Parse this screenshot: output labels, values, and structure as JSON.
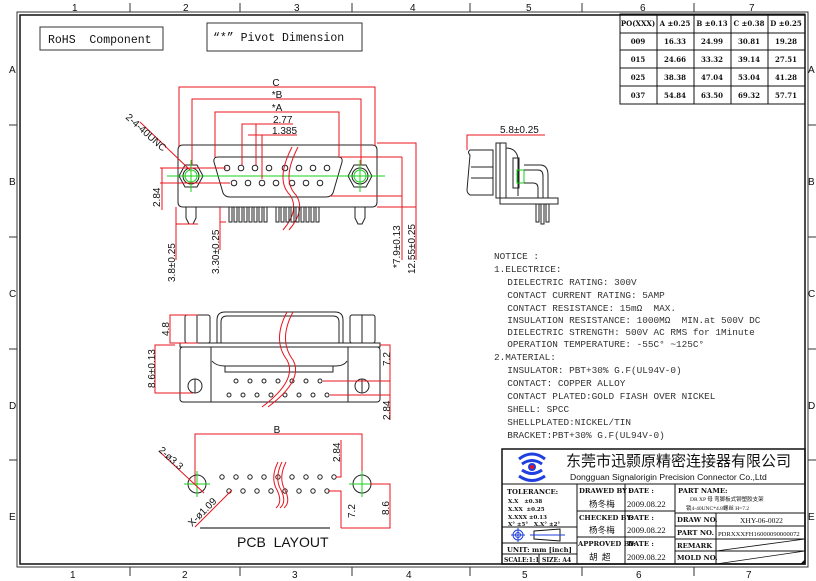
{
  "frame": {
    "col_labels": [
      "1",
      "2",
      "3",
      "4",
      "5",
      "6",
      "7"
    ],
    "row_labels": [
      "A",
      "B",
      "C",
      "D",
      "E"
    ]
  },
  "labels": {
    "rohs": "RoHS  Component",
    "pivot": "“*” Pivot Dimension"
  },
  "dimension_table": {
    "headers": [
      "PO(XXX)",
      "A ±0.25",
      "B ±0.13",
      "C ±0.38",
      "D ±0.25"
    ],
    "rows": [
      [
        "009",
        "16.33",
        "24.99",
        "30.81",
        "19.28"
      ],
      [
        "015",
        "24.66",
        "33.32",
        "39.14",
        "27.51"
      ],
      [
        "025",
        "38.38",
        "47.04",
        "53.04",
        "41.28"
      ],
      [
        "037",
        "54.84",
        "63.50",
        "69.32",
        "57.71"
      ]
    ]
  },
  "front_view": {
    "dim_c": "C",
    "dim_b": "*B",
    "dim_a": "*A",
    "pitch": "2.77",
    "half_pitch": "1.385",
    "thread": "2-4-40UNC",
    "row_offset": "2.84",
    "bracket_pin": "3.8±0.25",
    "contact_pin": "3.30±0.25",
    "height_a": "*7.9±0.13",
    "height_b": "12.55±0.25"
  },
  "side_view": {
    "depth": "5.8±0.25"
  },
  "bottom_view": {
    "boss": "4.8",
    "body": "8.6±0.13",
    "row1": "7.2",
    "row2": "2.84"
  },
  "pcb_layout": {
    "title": "PCB  LAYOUT",
    "dim_b": "B",
    "mount_hole": "2-ø3.3",
    "contact_hole": "X-ø1.09",
    "row_offset": "2.84",
    "dim_72": "7.2",
    "dim_86": "8.6"
  },
  "notice": {
    "title": "NOTICE :",
    "lines": [
      "1.ELECTRICE:",
      "  DIELECTRIC RATING: 300V",
      "  CONTACT CURRENT RATING: 5AMP",
      "  CONTACT RESISTANCE: 15mΩ  MAX.",
      "  INSULATION RESISTANCE: 1000MΩ  MIN.at 500V DC",
      "  DIELECTRIC STRENGTH: 500V AC RMS for 1Minute",
      "  OPERATION TEMPERATURE: -55C° ~125C°",
      "2.MATERIAL:",
      "  INSULATOR: PBT+30% G.F(UL94V-0)",
      "  CONTACT: COPPER ALLOY",
      "  CONTACT PLATED:GOLD FIASH OVER NICKEL",
      "  SHELL: SPCC",
      "  SHELLPLATED:NICKEL/TIN",
      "  BRACKET:PBT+30% G.F(UL94V-0)"
    ]
  },
  "title_block": {
    "company_cn": "东莞市迅颢原精密连接器有限公司",
    "company_en": "Dongguan Signalorigin Precision Connector Co.,Ltd",
    "tolerance_label": "TOLERANCE:",
    "tol_lines": [
      "X.X   ±0.38",
      "X.XX  ±0.25",
      "X.XXX ±0.13"
    ],
    "angle_tol": "X° ±5°   X.X° ±2°",
    "unit": "UNIT: mm  [inch]",
    "scale": "SCALE:1:1",
    "size": "SIZE: A4",
    "drawed_by_label": "DRAWED BY :",
    "drawed_by": "杨冬梅",
    "checked_by_label": "CHECKED BY:",
    "checked_by": "杨冬梅",
    "approved_by_label": "APPROVED BY:",
    "approved_by": "胡  超",
    "date_label": "DATE :",
    "date1": "2009.08.22",
    "date2": "2009.08.22",
    "date3": "2009.08.22",
    "part_name_label": "PART NAME:",
    "part_name_1": "DR XP 母 弯脚板式铆塑胶支架",
    "part_name_2": "锁4-40UNC*4.8螺丝 H=7.2",
    "draw_no_label": "DRAW NO.",
    "draw_no": "XHY-06-0022",
    "part_no_label": "PART NO.",
    "part_no": "PDRXXXFH16000090000072",
    "remark_label": "REMARK",
    "mold_no_label": "MOLD NO."
  }
}
